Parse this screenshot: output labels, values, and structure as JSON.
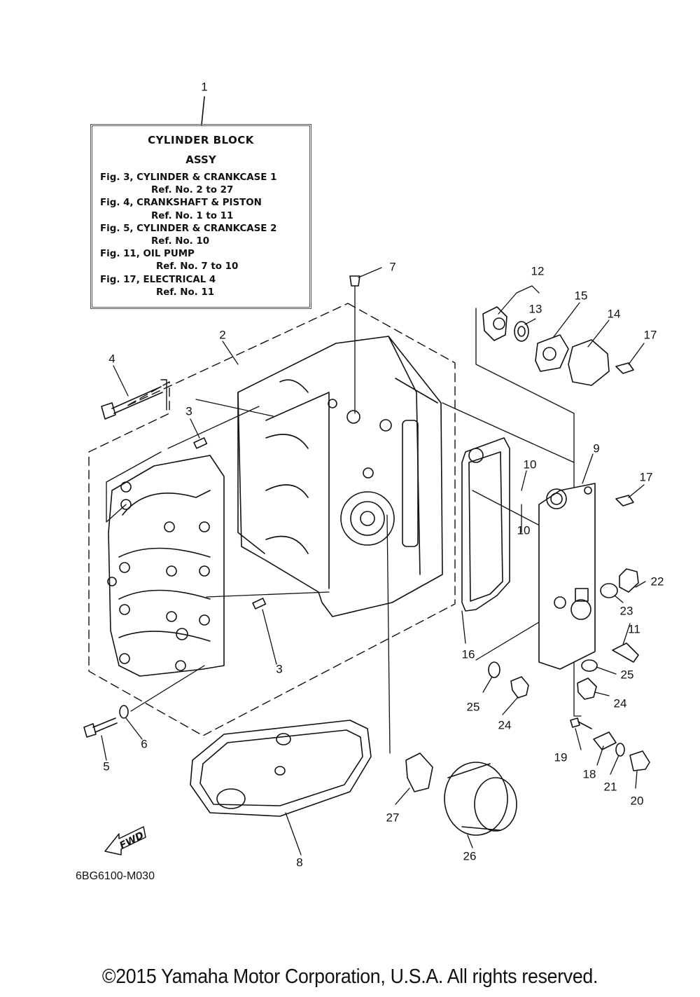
{
  "diagram": {
    "title": "CYLINDER BLOCK",
    "subtitle": "ASSY",
    "legend_lines": [
      {
        "fig": "Fig. 3, CYLINDER & CRANKCASE 1",
        "ref": "Ref. No. 2 to 27"
      },
      {
        "fig": "Fig. 4, CRANKSHAFT & PISTON",
        "ref": "Ref. No. 1 to 11"
      },
      {
        "fig": "Fig. 5, CYLINDER & CRANKCASE 2",
        "ref": "Ref. No. 10"
      },
      {
        "fig": "Fig. 11, OIL PUMP",
        "ref": "Ref. No. 7 to 10"
      },
      {
        "fig": "Fig. 17, ELECTRICAL 4",
        "ref": "Ref. No. 11"
      }
    ],
    "direction_label": "FWD",
    "diagram_code": "6BG6100-M030",
    "copyright": "©2015 Yamaha Motor Corporation, U.S.A. All rights reserved.",
    "callouts": [
      "1",
      "2",
      "3",
      "3",
      "4",
      "5",
      "6",
      "7",
      "8",
      "9",
      "10",
      "10",
      "11",
      "12",
      "13",
      "14",
      "15",
      "16",
      "17",
      "17",
      "18",
      "19",
      "20",
      "21",
      "22",
      "23",
      "24",
      "24",
      "25",
      "25",
      "26",
      "27"
    ]
  }
}
